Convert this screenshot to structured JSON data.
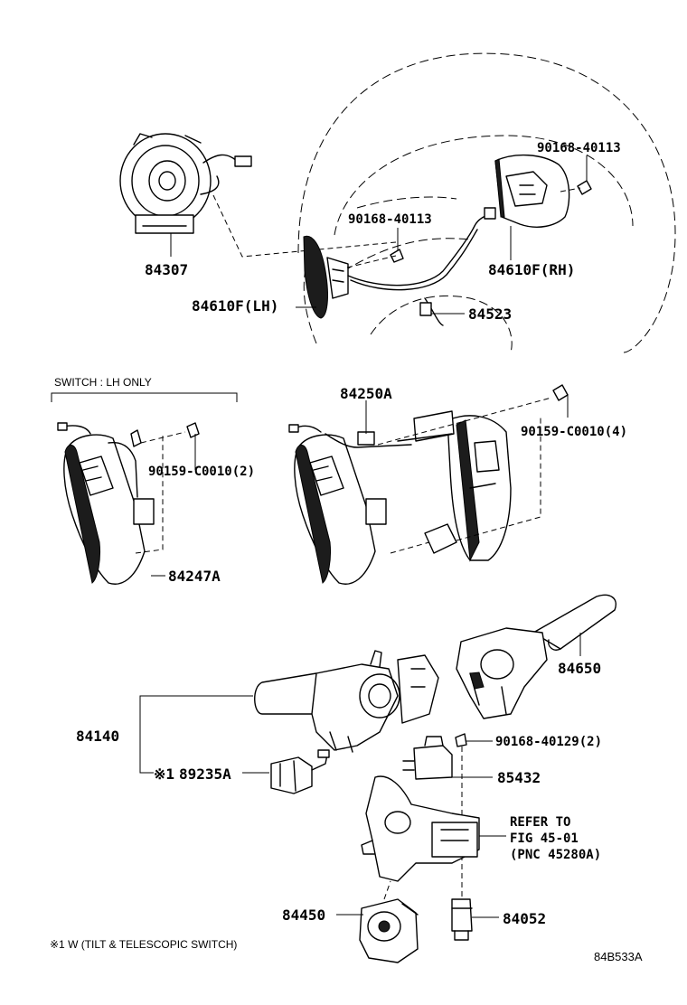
{
  "labels": {
    "p84307": "84307",
    "p84610f_lh": "84610F(LH)",
    "p84610f_rh": "84610F(RH)",
    "p84523": "84523",
    "p90168_40113_a": "90168-40113",
    "p90168_40113_b": "90168-40113",
    "switch_note": "SWITCH : LH ONLY",
    "p84250a": "84250A",
    "p90159_c0010_2": "90159-C0010(2)",
    "p90159_c0010_4": "90159-C0010(4)",
    "p84247a": "84247A",
    "p84650": "84650",
    "p84140": "84140",
    "p89235a_mark": "※1",
    "p89235a": "89235A",
    "p90168_40129": "90168-40129(2)",
    "p85432": "85432",
    "refer_line1": "REFER TO",
    "refer_line2": "FIG 45-01",
    "refer_line3": "(PNC 45280A)",
    "p84450": "84450",
    "p84052": "84052",
    "footnote": "※1 W (TILT & TELESCOPIC SWITCH)",
    "figure_code": "84B533A"
  }
}
